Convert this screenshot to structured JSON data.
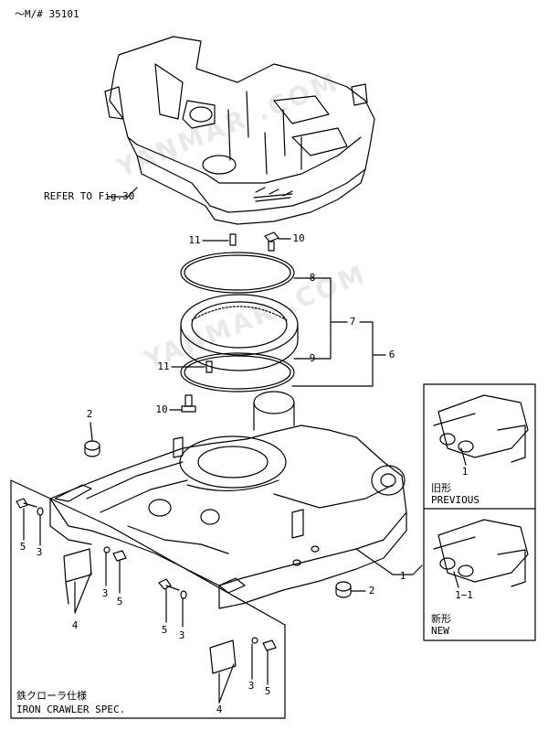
{
  "header": {
    "model_ref": "～M/# 35101"
  },
  "labels": {
    "refer_fig": "REFER TO Fig.30",
    "iron_spec_jp": "鉄クローラ仕様",
    "iron_spec_en": "IRON CRAWLER SPEC.",
    "previous_jp": "旧形",
    "previous_en": "PREVIOUS",
    "new_jp": "新形",
    "new_en": "NEW"
  },
  "callouts": {
    "c11_top": "11",
    "c10_top": "10",
    "c8": "8",
    "c7": "7",
    "c9": "9",
    "c6": "6",
    "c11_mid": "11",
    "c10_mid": "10",
    "c2_left": "2",
    "c5_a": "5",
    "c3_a": "3",
    "c4_a": "4",
    "c3_b": "3",
    "c5_b": "5",
    "c5_c": "5",
    "c3_c": "3",
    "c2_right": "2",
    "c1": "1",
    "c4_b": "4",
    "c3_d": "3",
    "c5_d": "5",
    "c1_prev": "1",
    "c1_new": "1−1"
  },
  "watermark": {
    "text_a": "YANMAR  .COM",
    "text_b": "YANMAR  .COM"
  }
}
